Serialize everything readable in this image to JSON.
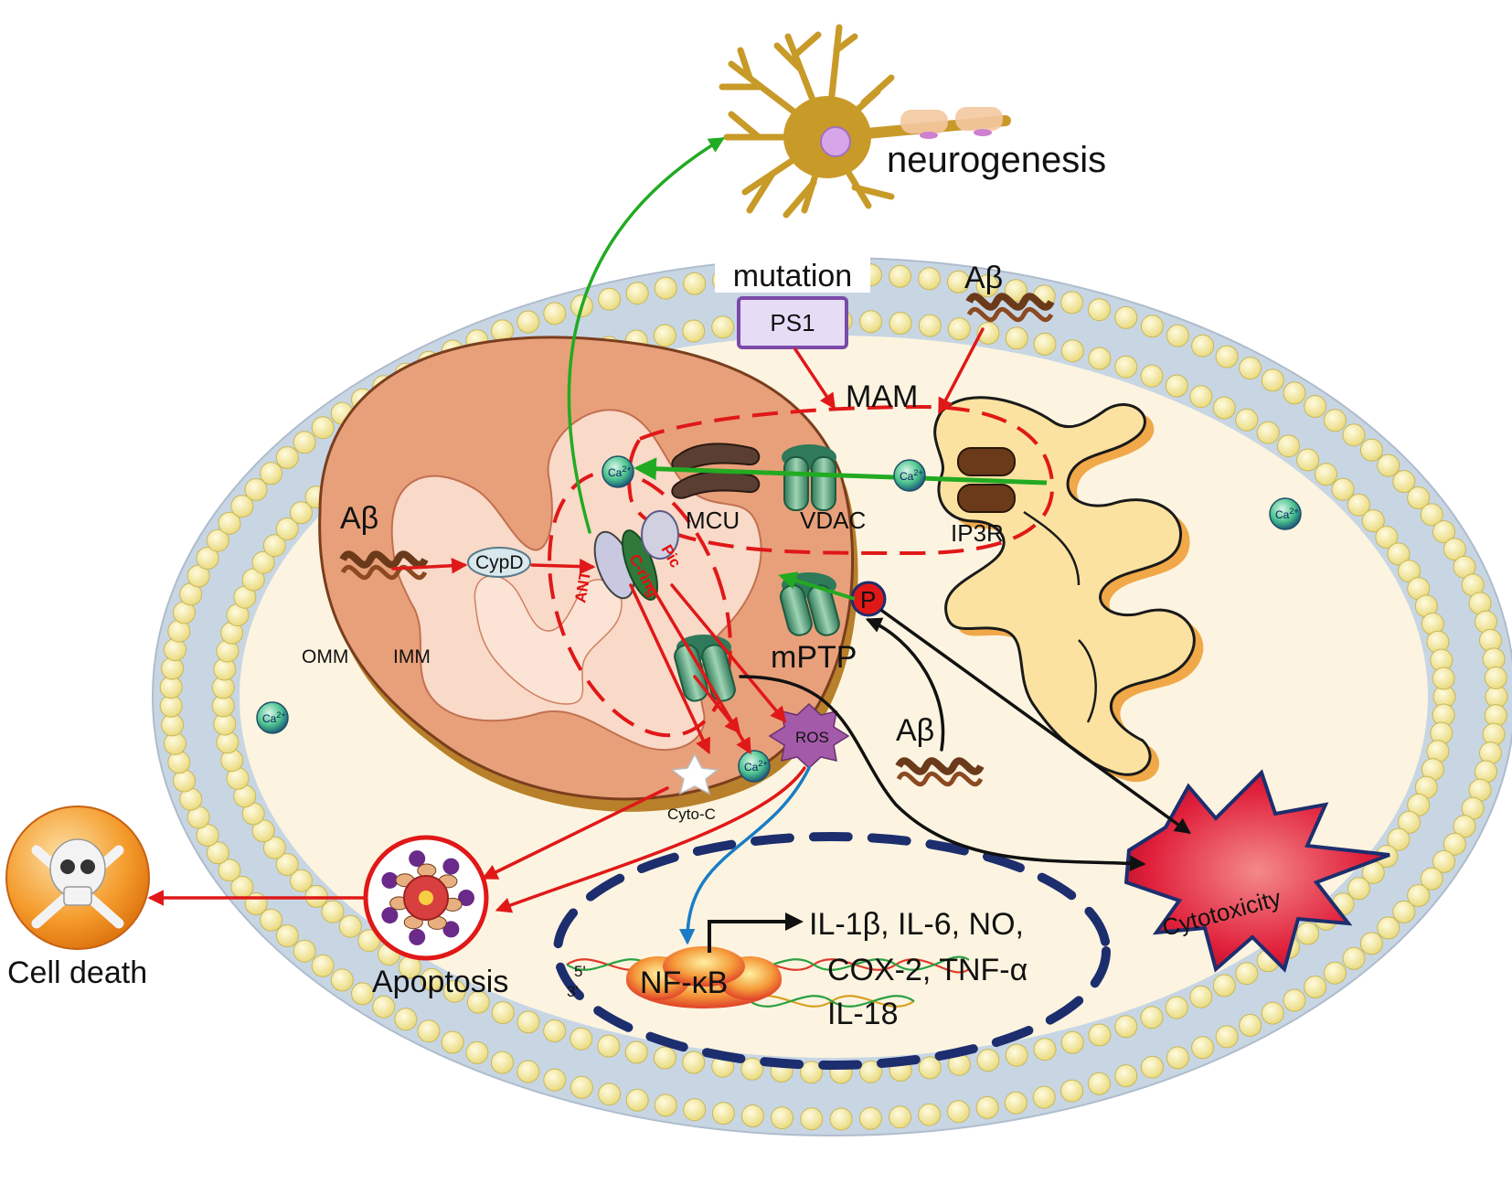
{
  "labels": {
    "neurogenesis": "neurogenesis",
    "mutation": "mutation",
    "ps1": "PS1",
    "abeta": "Aβ",
    "mam": "MAM",
    "mcu": "MCU",
    "vdac": "VDAC",
    "ip3r": "IP3R",
    "cypd": "CypD",
    "ant": "ANT",
    "pic": "Pic",
    "cring": "C-ring",
    "omm": "OMM",
    "imm": "IMM",
    "mptp": "mPTP",
    "p": "P",
    "ros": "ROS",
    "cytoc": "Cyto-C",
    "ca": "Ca",
    "ca_sup": "2+",
    "cytotoxicity": "Cytotoxicity",
    "apoptosis": "Apoptosis",
    "cell_death": "Cell death",
    "nfkb": "NF-κB",
    "five_prime": "5'",
    "three_prime": "3'",
    "cytokines_line1": "IL-1β, IL-6, NO,",
    "cytokines_line2": "COX-2, TNF-α",
    "cytokines_line3": "IL-18"
  },
  "colors": {
    "membrane_head": "#f6eea0",
    "membrane_bg": "#c8d6e4",
    "cytoplasm": "#fcf4e0",
    "mito_outer": "#e8a07a",
    "mito_inner": "#f9d9c8",
    "er": "#fbe2a0",
    "red_arrow": "#e01818",
    "green_arrow": "#22aa22",
    "blue_arrow": "#1a7cc4",
    "nucleus_dash": "#1d2e6e",
    "neuron": "#c89a28"
  }
}
